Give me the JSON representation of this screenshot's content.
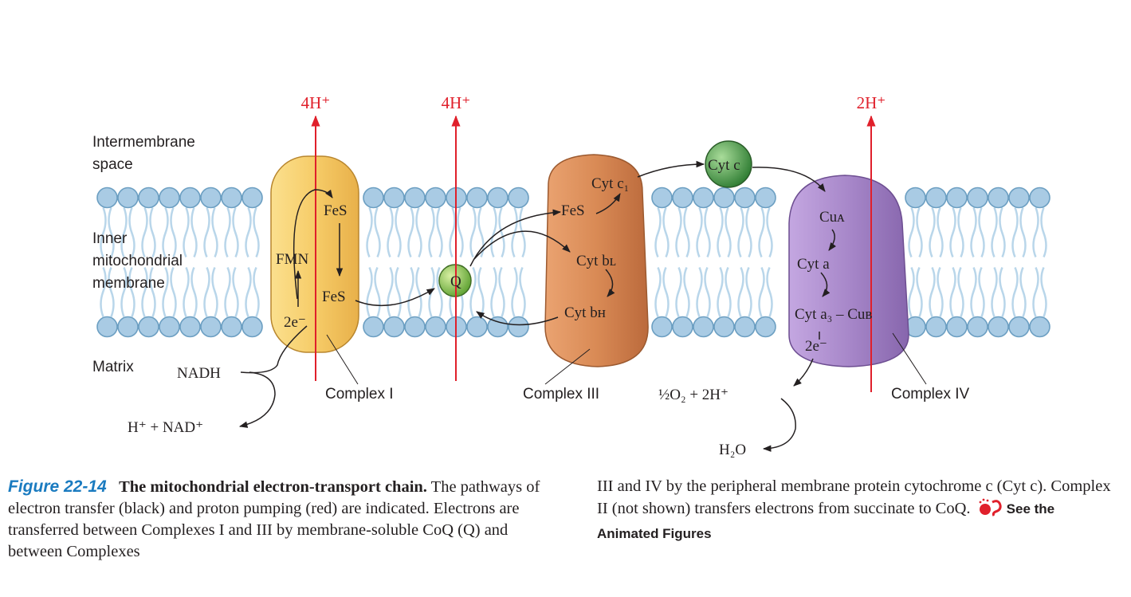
{
  "labels": {
    "intermembrane_line1": "Intermembrane",
    "intermembrane_line2": "space",
    "inner_line1": "Inner",
    "inner_line2": "mitochondrial",
    "inner_line3": "membrane",
    "matrix": "Matrix",
    "complex_i": "Complex I",
    "complex_iii": "Complex III",
    "complex_iv": "Complex IV"
  },
  "protons": {
    "complex_i": "4H⁺",
    "q_cycle": "4H⁺",
    "complex_iv": "2H⁺"
  },
  "complex_i": {
    "fes_top": "FeS",
    "fmn": "FMN",
    "fes_bottom": "FeS",
    "two_e": "2e⁻"
  },
  "complex_iii": {
    "cyt_c1": "Cyt c₁",
    "fes": "FeS",
    "cyt_bl": "Cyt bʟ",
    "cyt_bh": "Cyt bʜ"
  },
  "complex_iv": {
    "cua": "Cuᴀ",
    "cyt_a": "Cyt a",
    "cyt_a3_cub": "Cyt a₃ – Cuʙ",
    "two_e": "2e⁻"
  },
  "mobile": {
    "q": "Q",
    "cyt_c": "Cyt c"
  },
  "substrates": {
    "nadh": "NADH",
    "h_nad": "H⁺ + NAD⁺",
    "oxygen": "½O₂ + 2H⁺",
    "water": "H₂O"
  },
  "caption": {
    "figure_number": "Figure 22-14",
    "title": "The mitochondrial electron-transport chain.",
    "text_left": " The pathways of electron transfer (black) and proton pumping (red) are indicated. Electrons are transferred between Complexes I and III by membrane-soluble CoQ (Q) and between Complexes",
    "text_right": "III and IV by the peripheral membrane protein cytochrome c (Cyt c). Complex II (not shown) transfers electrons from succinate to CoQ.",
    "link": "See the Animated Figures"
  },
  "colors": {
    "proton_red": "#e0202b",
    "head_blue": "#a9cbe4",
    "complex_i": "#f3c862",
    "complex_iii": "#d98a55",
    "complex_iv": "#a787c9",
    "q_green": "#8fc449",
    "cytc_green": "#4f9a47",
    "caption_blue": "#1a7bc0"
  }
}
